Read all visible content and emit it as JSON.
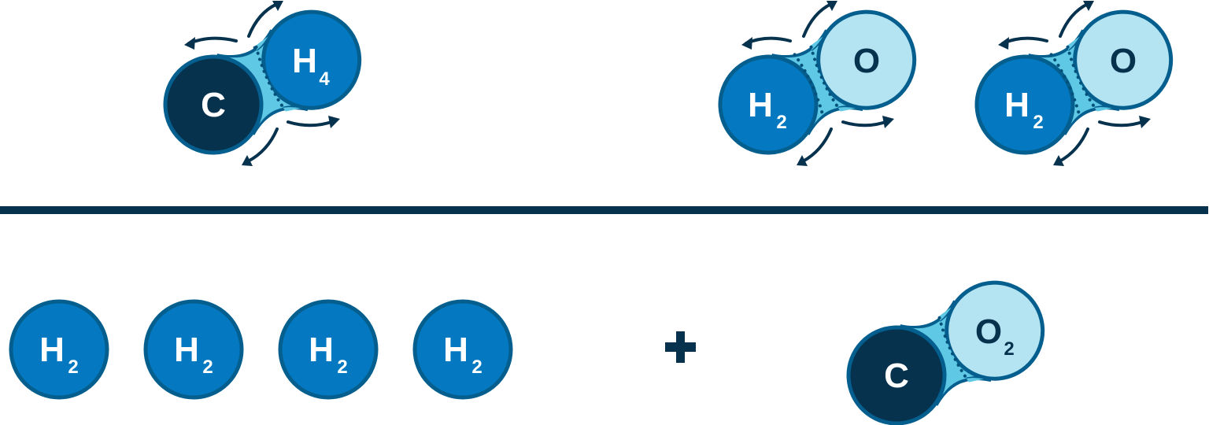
{
  "colors": {
    "carbon": "#06324e",
    "hydrogen": "#0479c1",
    "oxygen": "#b4e4f2",
    "bond": "#5fc8e4",
    "border": "#045e8e",
    "dots": "#03507a",
    "arrow": "#06324e",
    "divider": "#06324e"
  },
  "reactants": {
    "methane": {
      "atom_a": "C",
      "atom_b": "H",
      "atom_b_sub": "4"
    },
    "water_1": {
      "atom_a": "H",
      "atom_a_sub": "2",
      "atom_b": "O"
    },
    "water_2": {
      "atom_a": "H",
      "atom_a_sub": "2",
      "atom_b": "O"
    }
  },
  "products": {
    "hydrogen": [
      {
        "atom": "H",
        "sub": "2"
      },
      {
        "atom": "H",
        "sub": "2"
      },
      {
        "atom": "H",
        "sub": "2"
      },
      {
        "atom": "H",
        "sub": "2"
      }
    ],
    "plus_sign": "+",
    "carbon_dioxide": {
      "atom_a": "C",
      "atom_b": "O",
      "atom_b_sub": "2"
    }
  },
  "icons": {
    "vibration_arrows": "curved-arrow-icon",
    "plus": "plus-icon"
  }
}
